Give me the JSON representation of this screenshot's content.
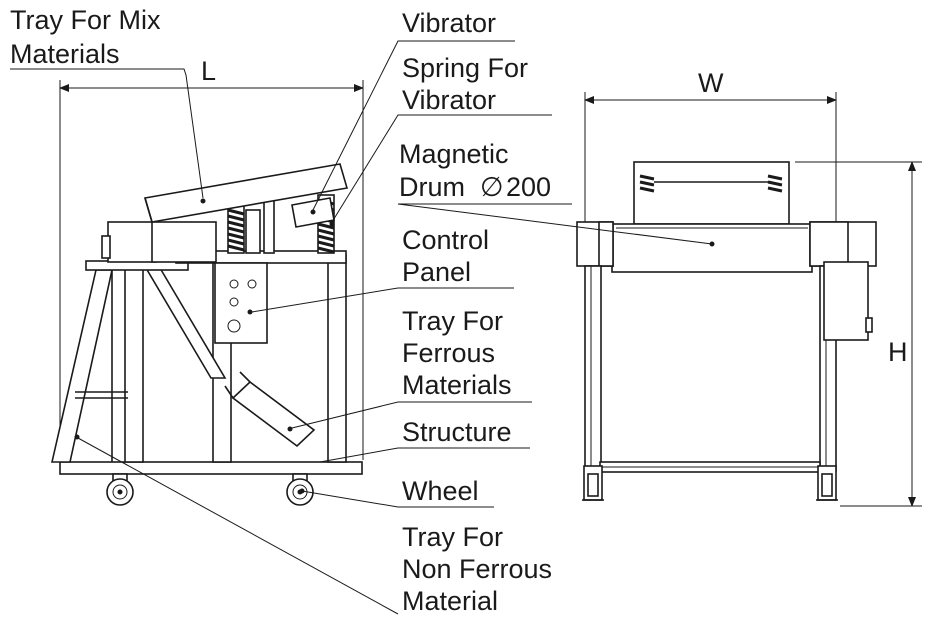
{
  "labels": {
    "tray_mix_line1": "Tray For Mix",
    "tray_mix_line2": "Materials",
    "vibrator": "Vibrator",
    "spring_line1": "Spring For",
    "spring_line2": "Vibrator",
    "drum_line1": "Magnetic",
    "drum_line2": "Drum",
    "drum_size": "200",
    "control_line1": "Control",
    "control_line2": "Panel",
    "ferrous_line1": "Tray For",
    "ferrous_line2": "Ferrous",
    "ferrous_line3": "Materials",
    "structure": "Structure",
    "wheel": "Wheel",
    "nonferrous_line1": "Tray For",
    "nonferrous_line2": "Non Ferrous",
    "nonferrous_line3": "Material"
  },
  "dimensions": {
    "length": "L",
    "width": "W",
    "height": "H",
    "diameter_symbol": "∅"
  }
}
